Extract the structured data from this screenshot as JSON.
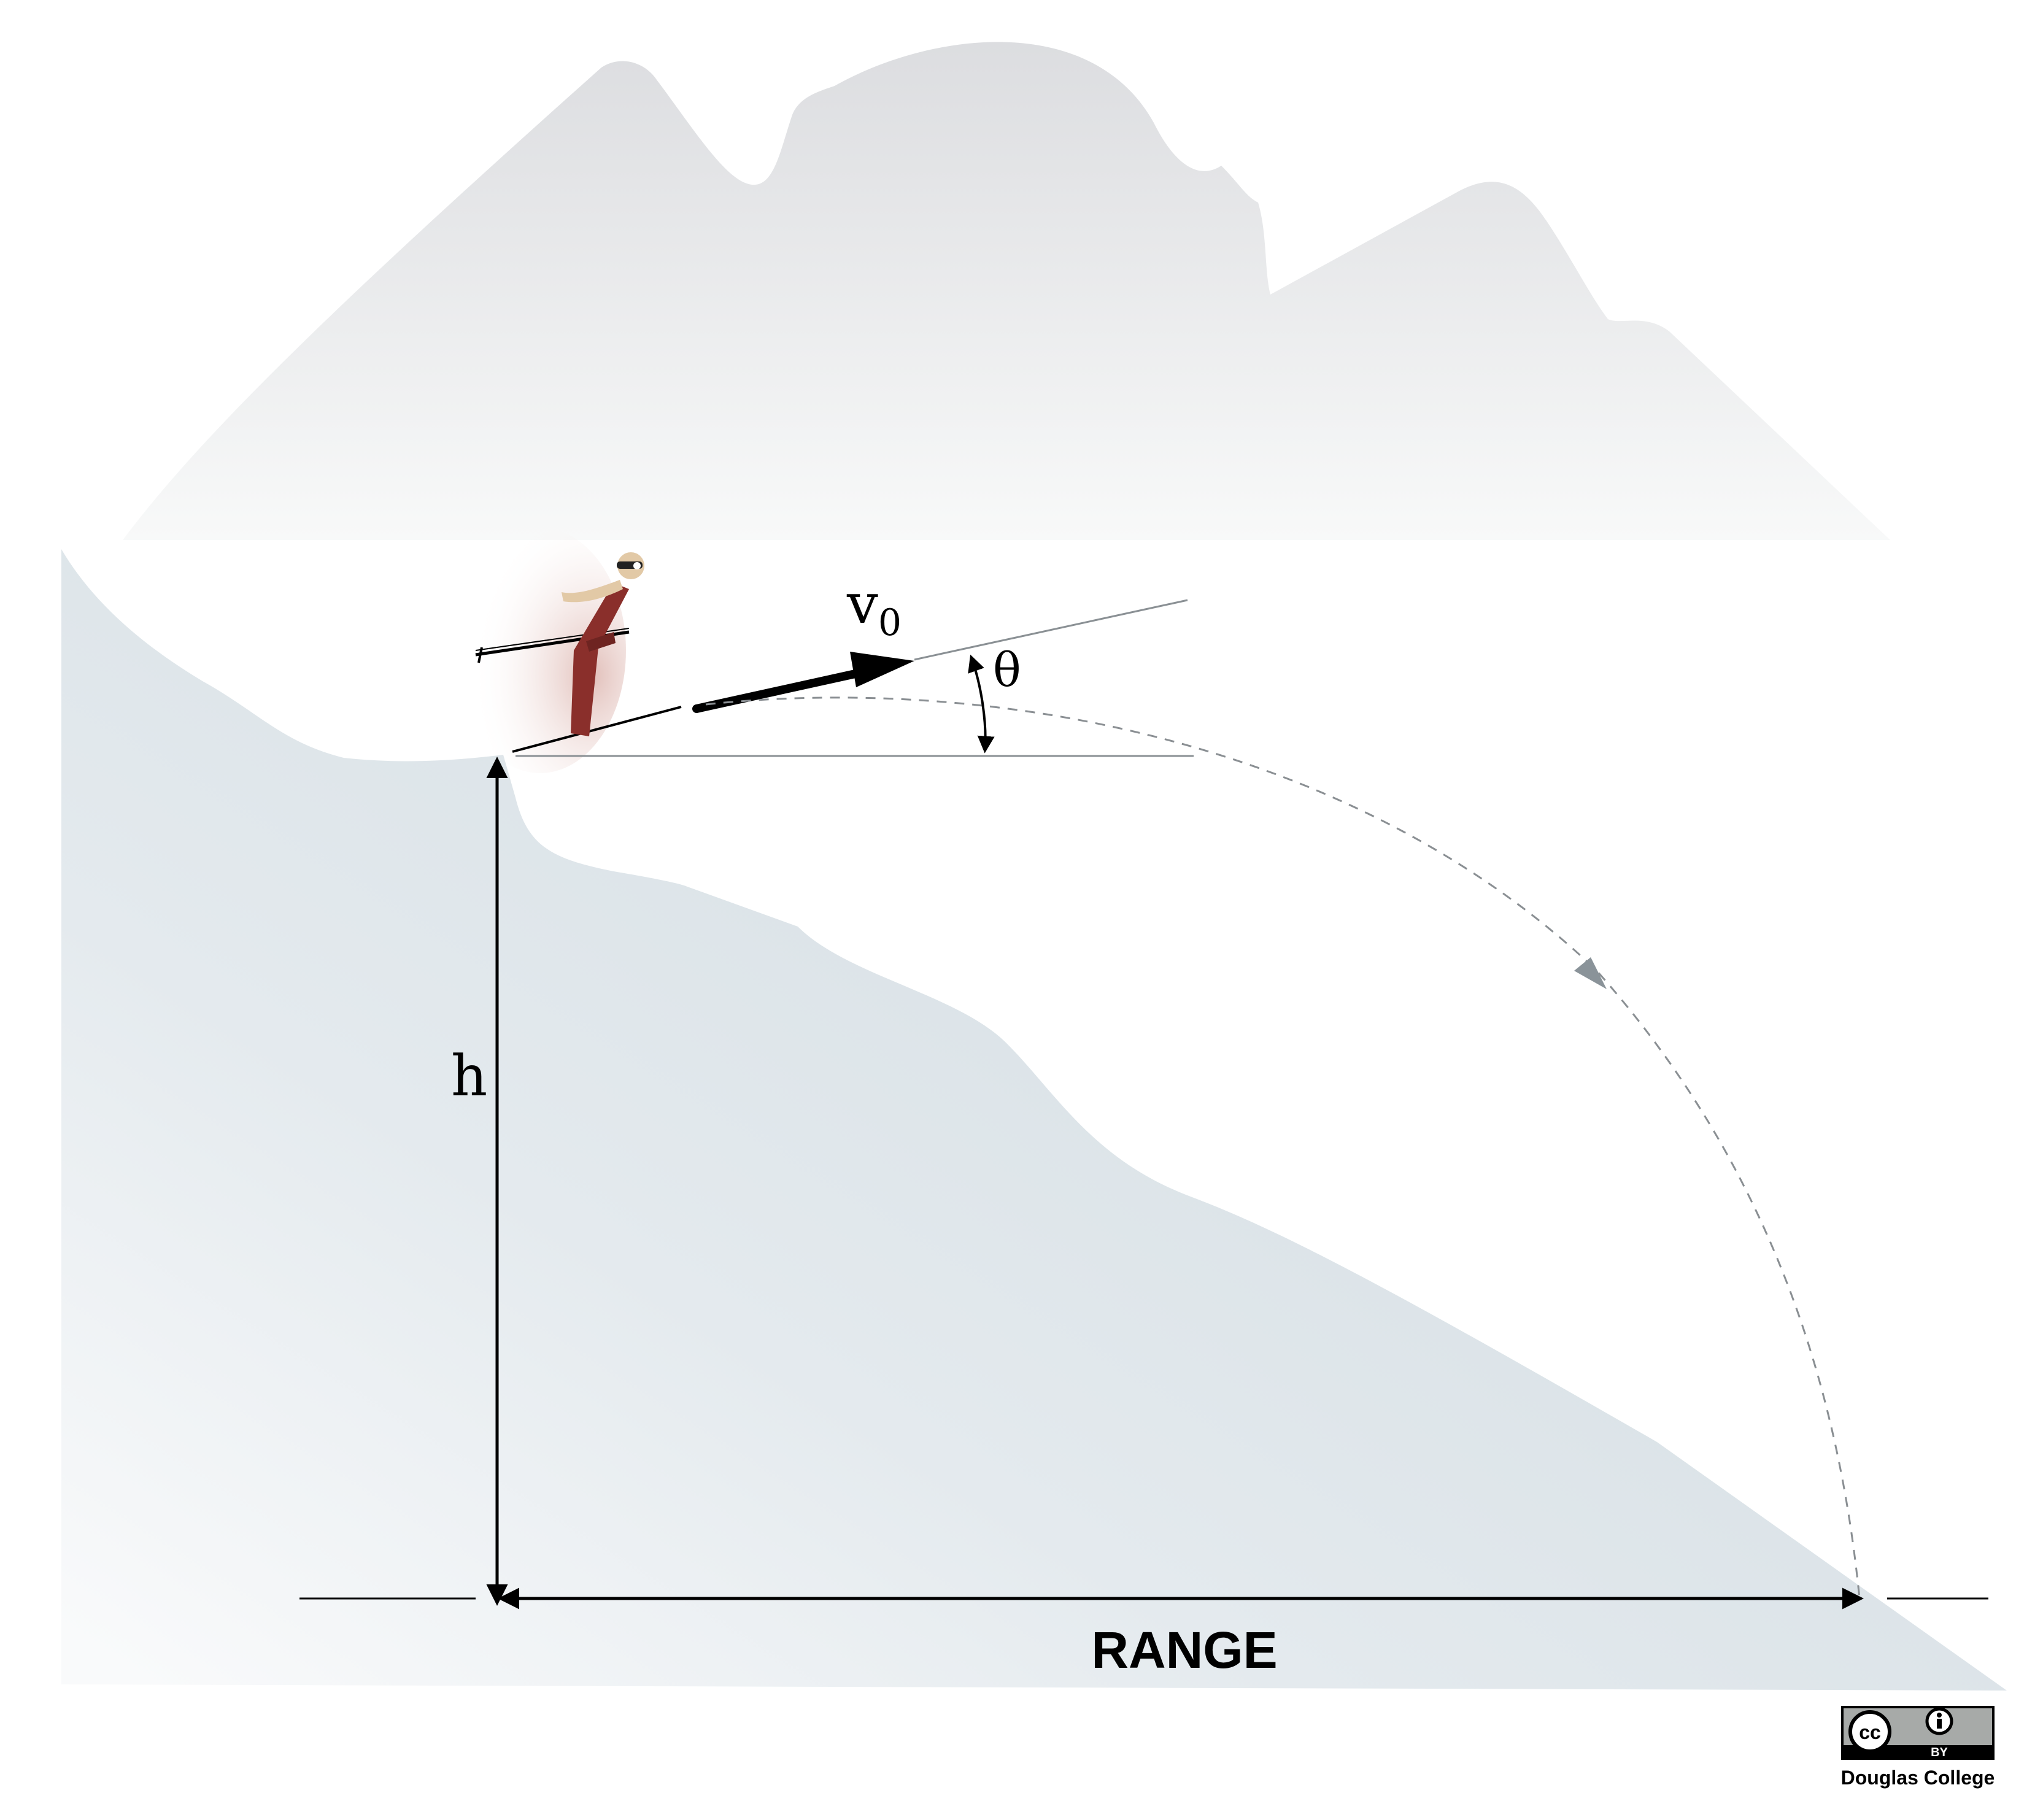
{
  "labels": {
    "velocity": "v",
    "velocity_subscript": "0",
    "angle": "θ",
    "height": "h",
    "range": "RANGE"
  },
  "license": {
    "badge_cc": "cc",
    "badge_by": "BY",
    "attribution": "Douglas College"
  },
  "colors": {
    "sky_mountain_top": "#dcdde0",
    "sky_mountain_bottom": "#f6f7f7",
    "slope_fill": "#d5dee3",
    "slope_fade": "#f7f9fa",
    "trajectory": "#8a8f93",
    "arrow": "#000000",
    "skier_suit": "#8a2f2b",
    "skier_skin": "#e2c9a6"
  }
}
